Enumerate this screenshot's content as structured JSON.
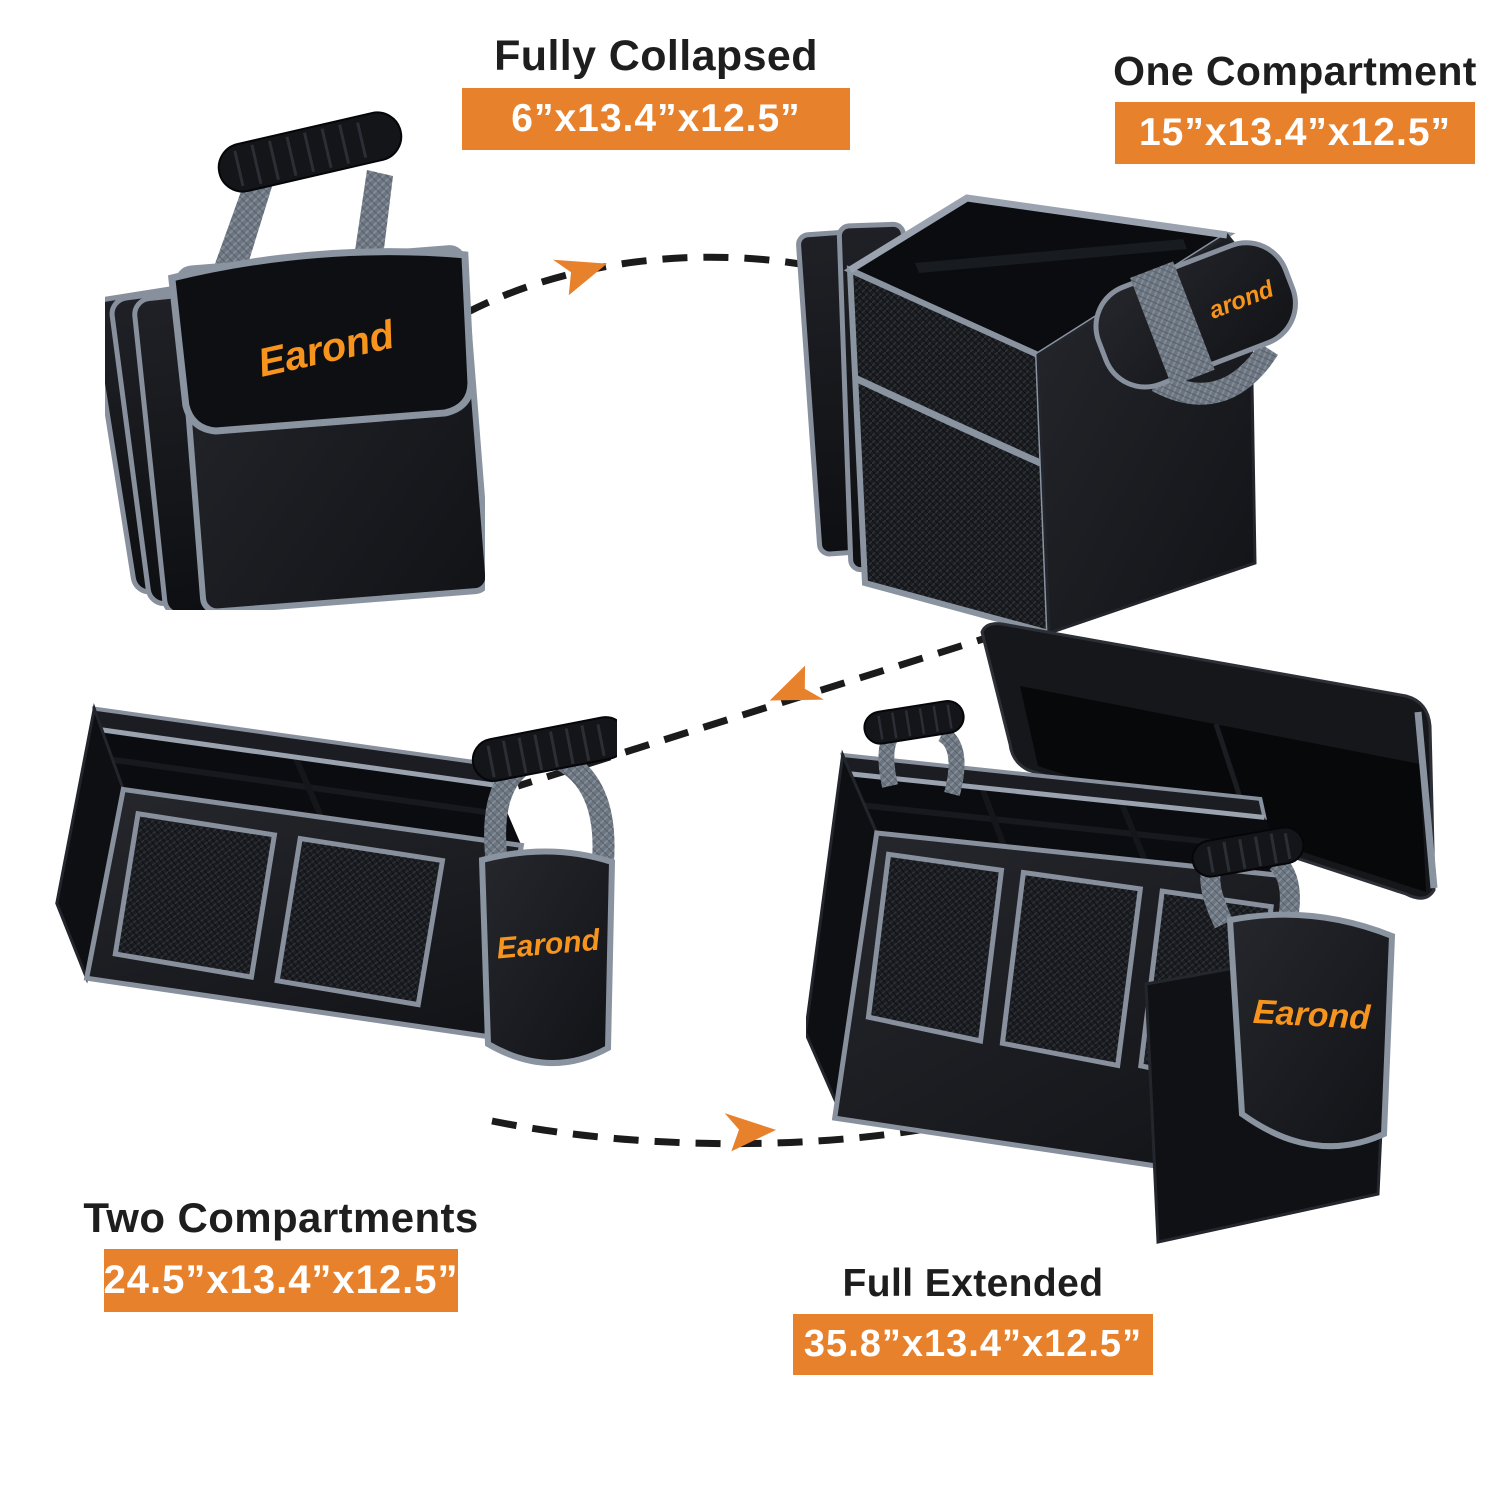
{
  "background": "#FFFFFF",
  "brand": {
    "name": "Earond",
    "partial": "arond"
  },
  "colors": {
    "accent_orange": "#E8812C",
    "logo_orange": "#F7941D",
    "heading_text": "#1E1E1E",
    "badge_text": "#FFFFFF",
    "arrow_dash": "#1B1B1B",
    "fabric_black": "#17181B",
    "trim_gray": "#8A93A0"
  },
  "states": [
    {
      "id": "fully-collapsed",
      "title": "Fully Collapsed",
      "dimensions": "6”x13.4”x12.5”"
    },
    {
      "id": "one-compartment",
      "title": "One Compartment",
      "dimensions": "15”x13.4”x12.5”"
    },
    {
      "id": "two-compartments",
      "title": "Two Compartments",
      "dimensions": "24.5”x13.4”x12.5”"
    },
    {
      "id": "full-extended",
      "title": "Full Extended",
      "dimensions": "35.8”x13.4”x12.5”"
    }
  ],
  "icons": {
    "arrow_top": "dashed-curved-arrow-right",
    "arrow_middle": "dashed-curved-arrow-left",
    "arrow_bottom": "dashed-curved-arrow-right"
  }
}
